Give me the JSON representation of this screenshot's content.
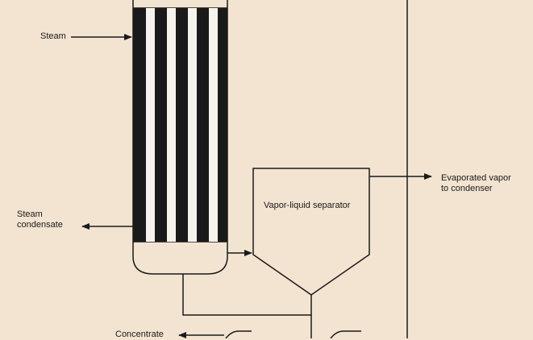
{
  "labels": {
    "steam": "Steam",
    "steam_condensate_line1": "Steam",
    "steam_condensate_line2": "condensate",
    "separator": "Vapor-liquid separator",
    "vapor_line1": "Evaporated vapor",
    "vapor_line2": "to condenser",
    "concentrate": "Concentrate"
  },
  "colors": {
    "background": "#f3e4d1",
    "line": "#1a1a1a",
    "tube": "#f6f2ec"
  }
}
